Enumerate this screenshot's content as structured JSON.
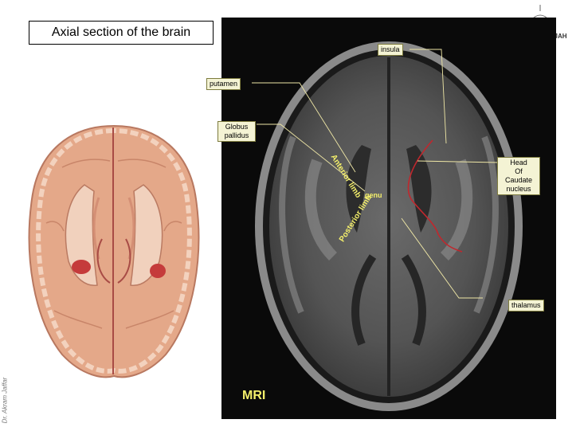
{
  "title": "Axial section of the brain",
  "labels": {
    "insula": "insula",
    "putamen": "putamen",
    "globus_line1": "Globus",
    "globus_line2": "pallidus",
    "head_line1": "Head",
    "head_line2": "Of",
    "head_line3": "Caudate",
    "head_line4": "nucleus",
    "thalamus": "thalamus"
  },
  "overlay": {
    "anterior_limb": "Anterior limb",
    "genu": "genu",
    "posterior_limb": "Posterior limb",
    "mri": "MRI"
  },
  "credit": "Dr. Akram Jaffar",
  "logo_text": "ARJAH",
  "colors": {
    "label_bg": "#f4f3d4",
    "overlay_yellow": "#f5f06b",
    "capsule_outline": "#c1272d",
    "leader_line": "#efe7a6"
  }
}
